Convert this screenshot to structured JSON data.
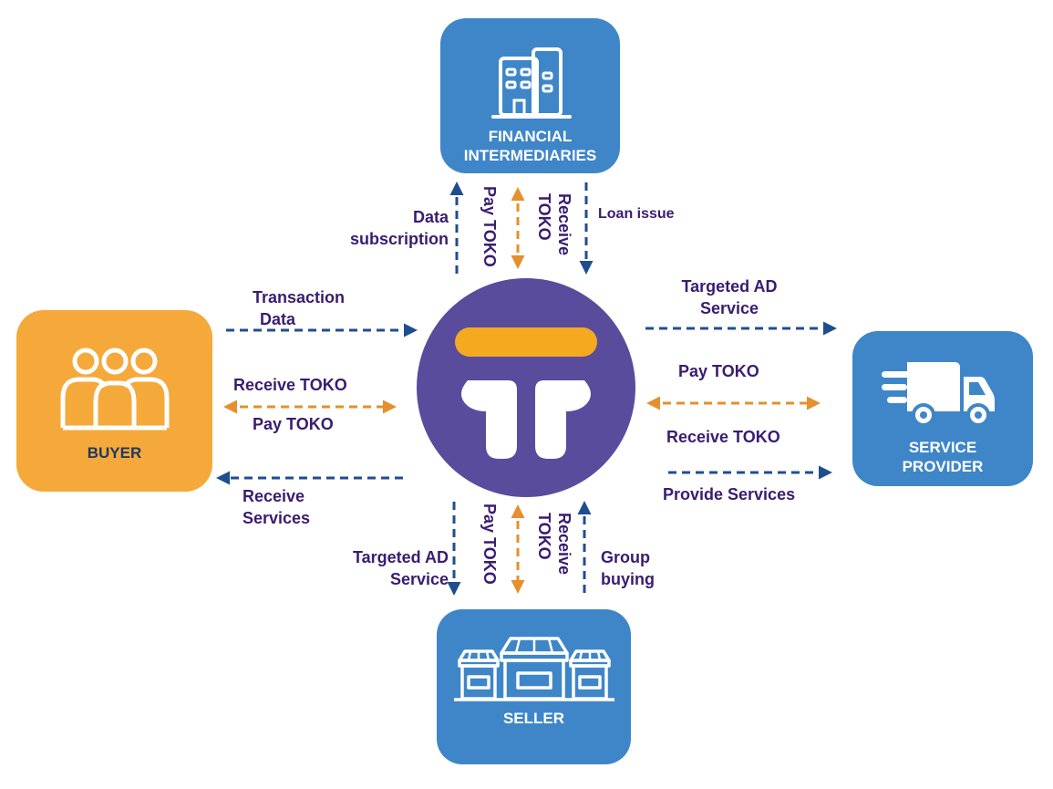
{
  "nodes": {
    "financial": {
      "line1": "FINANCIAL",
      "line2": "INTERMEDIARIES"
    },
    "buyer": {
      "label": "BUYER"
    },
    "service_provider": {
      "line1": "SERVICE",
      "line2": "PROVIDER"
    },
    "seller": {
      "label": "SELLER"
    }
  },
  "colors": {
    "blue_box": "#3f86c8",
    "orange_box": "#f5a93a",
    "hub_purple": "#594c9c",
    "hub_bar": "#f5a91e",
    "arrow_blue": "#1f4e8f",
    "arrow_orange": "#e58f2e",
    "label_text": "#3a1c71"
  },
  "flows": {
    "fi_data_subscription": {
      "line1": "Data",
      "line2": "subscription"
    },
    "fi_pay": "Pay TOKO",
    "fi_receive": {
      "line1": "Receive",
      "line2": "TOKO"
    },
    "fi_loan": "Loan issue",
    "buyer_transaction": {
      "line1": "Transaction",
      "line2": "Data"
    },
    "buyer_receive_toko": "Receive TOKO",
    "buyer_pay_toko": "Pay TOKO",
    "buyer_receive_services": {
      "line1": "Receive",
      "line2": "Services"
    },
    "sp_targeted_ad": {
      "line1": "Targeted AD",
      "line2": "Service"
    },
    "sp_pay_toko": "Pay TOKO",
    "sp_receive_toko": "Receive TOKO",
    "sp_provide_services": "Provide Services",
    "seller_targeted_ad": {
      "line1": "Targeted AD",
      "line2": "Service"
    },
    "seller_pay": "Pay TOKO",
    "seller_receive": {
      "line1": "Receive",
      "line2": "TOKO"
    },
    "seller_group": {
      "line1": "Group",
      "line2": "buying"
    }
  }
}
